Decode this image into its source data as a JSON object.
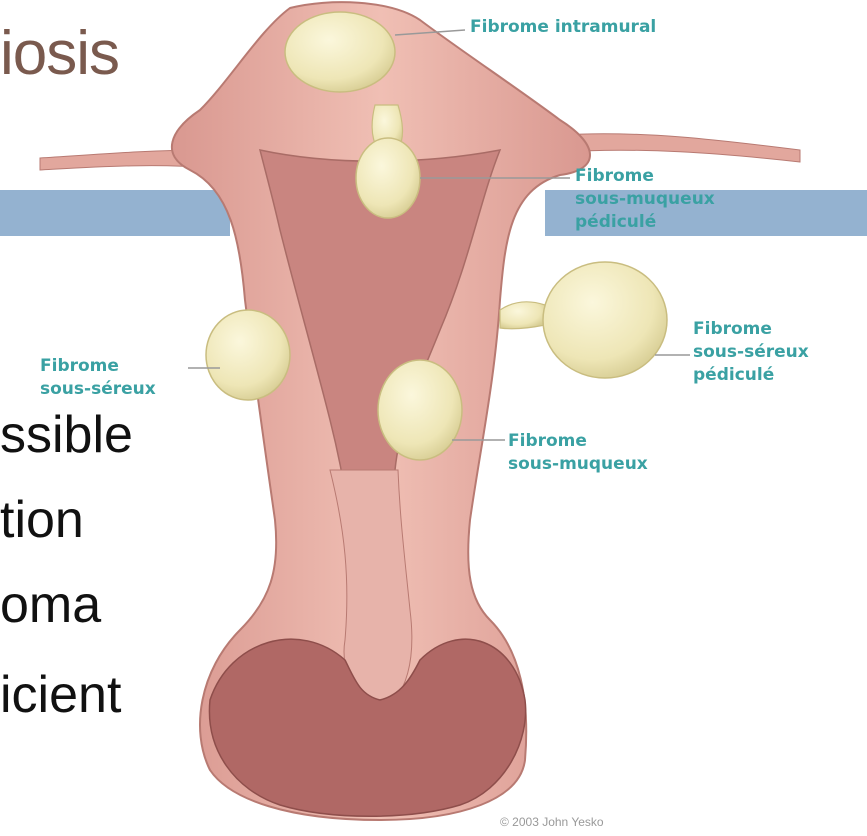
{
  "slide": {
    "title_fragment": "iosis",
    "bullets": [
      "ssible",
      "tion",
      "oma",
      "icient"
    ]
  },
  "labels": {
    "intramural": "Fibrome intramural",
    "submucous_pedunculated": [
      "Fibrome",
      "sous-muqueux",
      "pédiculé"
    ],
    "subserous_pedunculated": [
      "Fibrome",
      "sous-séreux",
      "pédiculé"
    ],
    "subserous": [
      "Fibrome",
      "sous-séreux"
    ],
    "submucous": [
      "Fibrome",
      "sous-muqueux"
    ]
  },
  "copyright": "© 2003 John Yesko",
  "colors": {
    "label": "#3aa1a3",
    "band": "#94b2d0",
    "title": "#7a5a4e",
    "tissue": "#e7aaa0",
    "cavity": "#c98a84",
    "fibroid": "#f3edc4"
  }
}
